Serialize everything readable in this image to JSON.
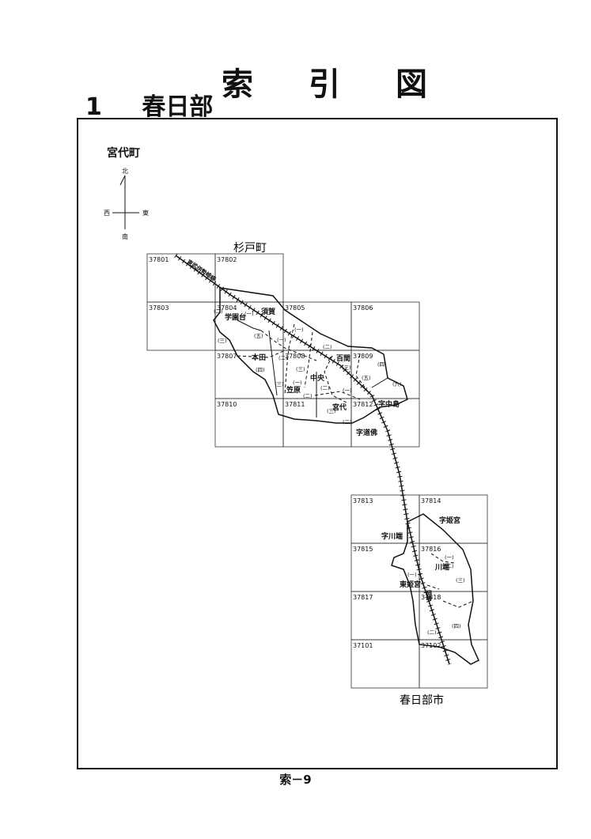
{
  "title_chars": [
    "索",
    "引",
    "図"
  ],
  "section": {
    "number": "1",
    "name": "春日部"
  },
  "town_label": "宮代町",
  "compass": {
    "north": "北",
    "south": "南",
    "east": "東",
    "west": "西"
  },
  "neighbors": {
    "top": "杉戸町",
    "bottom": "春日部市"
  },
  "railway_label": "東武伊勢崎線",
  "sheets_upper": [
    {
      "id": "37801"
    },
    {
      "id": "37802"
    },
    {
      "id": "37803"
    },
    {
      "id": "37804"
    },
    {
      "id": "37805"
    },
    {
      "id": "37806"
    },
    {
      "id": "37807"
    },
    {
      "id": "37808"
    },
    {
      "id": "37809"
    },
    {
      "id": "37810"
    },
    {
      "id": "37811"
    },
    {
      "id": "37812"
    }
  ],
  "sheets_lower": [
    {
      "id": "37813"
    },
    {
      "id": "37814"
    },
    {
      "id": "37815"
    },
    {
      "id": "37816"
    },
    {
      "id": "37817"
    },
    {
      "id": "37818"
    },
    {
      "id": "37101"
    },
    {
      "id": "37102"
    }
  ],
  "place_names": [
    "須賀",
    "学園台",
    "本田",
    "百間",
    "中央",
    "笠原",
    "宮代",
    "字中島",
    "字道佛",
    "字姫宮",
    "字川端",
    "川端",
    "東姫宮",
    "姫宮"
  ],
  "subdivision_marks": [
    "(一)",
    "(二)",
    "(三)",
    "(四)",
    "(五)",
    "(六)"
  ],
  "page_number": "索－9"
}
